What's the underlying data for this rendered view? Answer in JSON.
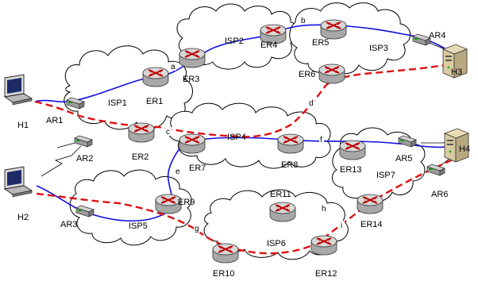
{
  "isps": [
    {
      "id": "ISP1",
      "label": "ISP1"
    },
    {
      "id": "ISP2",
      "label": "ISP2"
    },
    {
      "id": "ISP3",
      "label": "ISP3"
    },
    {
      "id": "ISP4",
      "label": "ISP4"
    },
    {
      "id": "ISP5",
      "label": "ISP5"
    },
    {
      "id": "ISP6",
      "label": "ISP6"
    },
    {
      "id": "ISP7",
      "label": "ISP7"
    }
  ],
  "edge_routers": [
    "ER1",
    "ER2",
    "ER3",
    "ER4",
    "ER5",
    "ER6",
    "ER7",
    "ER8",
    "ER9",
    "ER10",
    "ER11",
    "ER12",
    "ER13",
    "ER14"
  ],
  "access_routers": [
    "AR1",
    "AR2",
    "AR3",
    "AR4",
    "AR5",
    "AR6"
  ],
  "hosts": [
    "H1",
    "H2",
    "H3",
    "H4"
  ],
  "links": [
    "a",
    "b",
    "c",
    "d",
    "e",
    "f",
    "g",
    "h",
    "i"
  ],
  "path_colors": {
    "blue_path": "#1010e0",
    "red_path": "#e01010"
  }
}
